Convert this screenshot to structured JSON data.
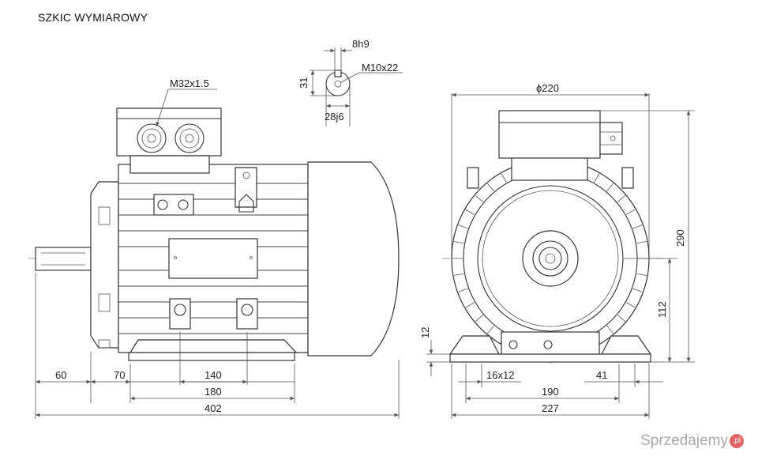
{
  "title": "SZKIC WYMIAROWY",
  "labels": {
    "keyway_width": "8h9",
    "shaft_thread": "M10x22",
    "key_height": "31",
    "shaft_diameter": "28j6",
    "gland_thread": "M32x1.5",
    "flange_diameter": "ϕ220",
    "overall_height": "290",
    "shaft_height": "112",
    "foot_thickness": "12",
    "mount_hole": "16x12",
    "foot_edge": "41",
    "foot_width_holes": "190",
    "foot_width_total": "227",
    "shaft_length": "60",
    "shaft_to_foot": "70",
    "foot_hole_spacing": "140",
    "foot_length": "180",
    "overall_length": "402"
  },
  "watermark": {
    "text": "Sprzedajemy",
    "badge": ".pl"
  }
}
